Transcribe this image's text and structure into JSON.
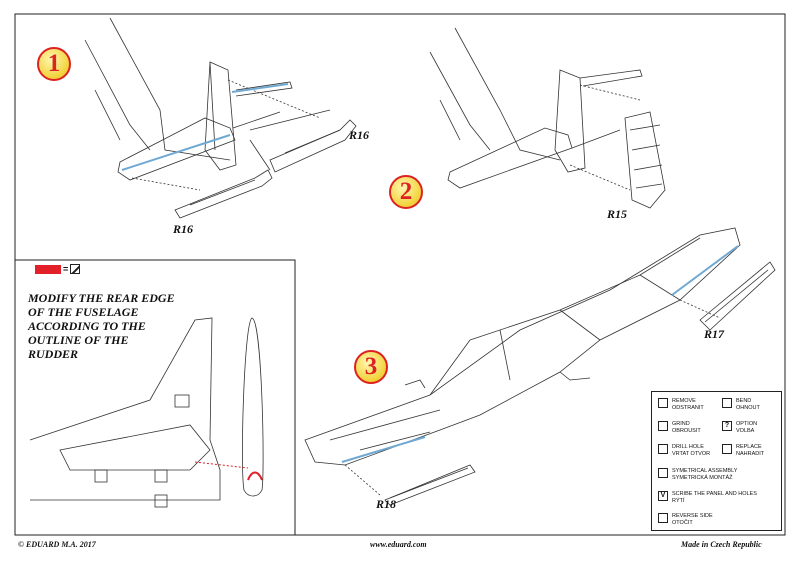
{
  "steps": [
    {
      "number": "1"
    },
    {
      "number": "2"
    },
    {
      "number": "3"
    }
  ],
  "parts": {
    "r16_right": "R16",
    "r16_bottom": "R16",
    "r15": "R15",
    "r17": "R17",
    "r18": "R18"
  },
  "note": {
    "text": "MODIFY THE REAR EDGE\nOF THE FUSELAGE\nACCORDING TO THE\nOUTLINE OF THE\nRUDDER",
    "color_key_equals": "="
  },
  "colors": {
    "modify_red": "#e3202a",
    "part_blue": "#6fa9d3",
    "badge_yellow": "#f2d23a",
    "badge_red": "#d22222"
  },
  "legend": {
    "items": [
      {
        "icon": "remove-icon",
        "symbol": "",
        "text": "REMOVE\nODSTRANIT"
      },
      {
        "icon": "bend-icon",
        "symbol": "",
        "text": "BEND\nOHNOUT"
      },
      {
        "icon": "grind-icon",
        "symbol": "",
        "text": "GRIND\nOBROUSIT"
      },
      {
        "icon": "option-icon",
        "symbol": "?",
        "text": "OPTION\nVOLBA"
      },
      {
        "icon": "drill-hole-icon",
        "symbol": "",
        "text": "DRILL HOLE\nVRTAT OTVOR"
      },
      {
        "icon": "replace-icon",
        "symbol": "",
        "text": "REPLACE\nNAHRADIT"
      },
      {
        "icon": "symetrical-assembly-icon",
        "symbol": "",
        "text": "SYMETRICAL ASSEMBLY\nSYMETRICKÁ MONTÁŽ"
      },
      {
        "icon": "scribe-icon",
        "symbol": "V",
        "text": "SCRIBE THE PANEL AND HOLES\nRÝTÍ"
      },
      {
        "icon": "reverse-side-icon",
        "symbol": "",
        "text": "REVERSE SIDE\nOTOČIT"
      }
    ]
  },
  "footer": {
    "copyright": "© EDUARD  M.A. 2017",
    "website": "www.eduard.com",
    "origin": "Made in Czech Republic"
  }
}
